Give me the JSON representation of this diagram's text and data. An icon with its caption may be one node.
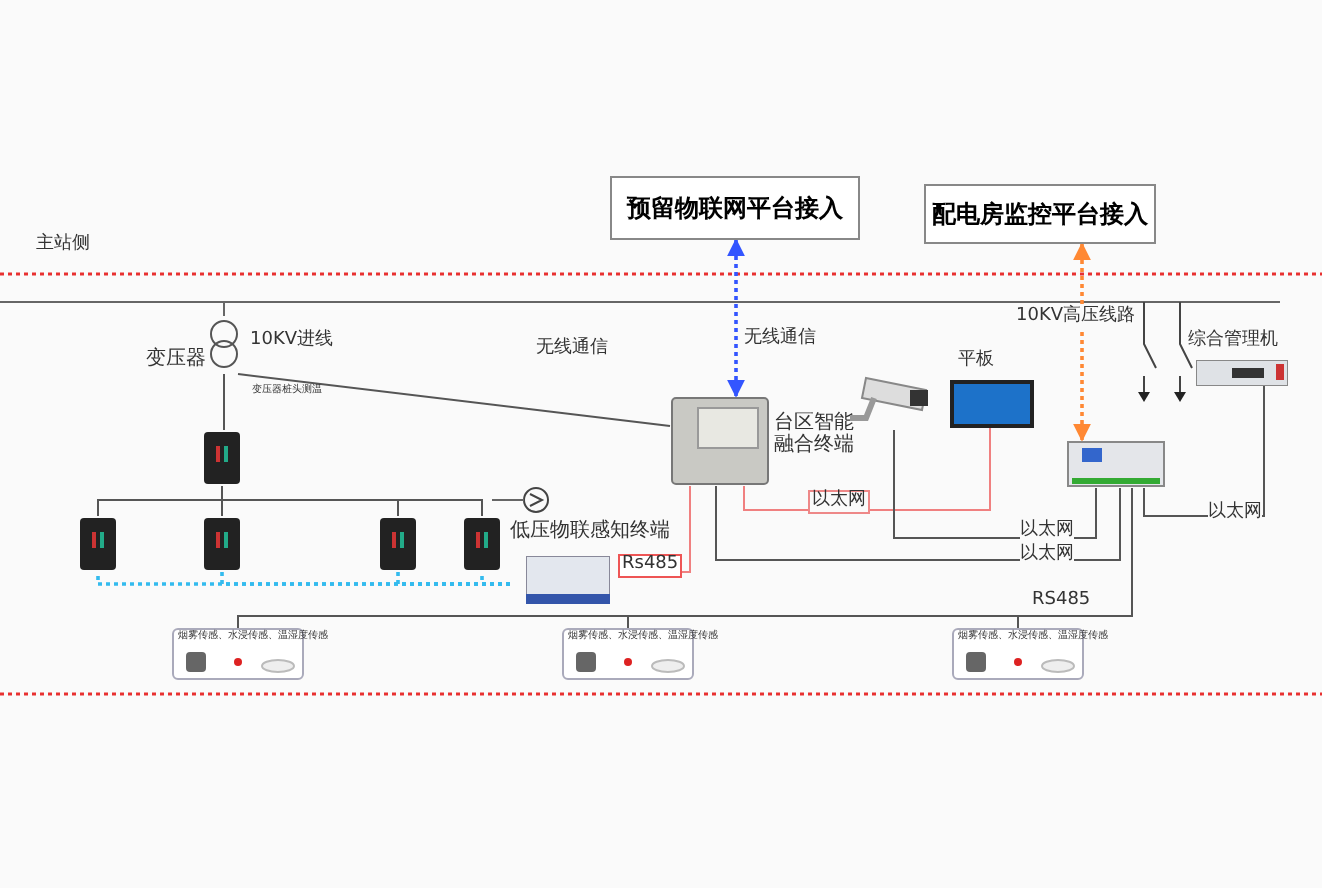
{
  "diagram": {
    "nodes": [
      {
        "text": [
          "预留物联网平台接入"
        ]
      },
      {
        "text": [
          "配电房监控平台接入"
        ]
      },
      {
        "text": [
          "台区智能融合终端"
        ]
      },
      {
        "text": [],
        "shape": "picture"
      },
      {
        "text": [
          "平板"
        ]
      },
      {
        "text": [],
        "shape": "picture"
      },
      {
        "text": [
          "综合管理机"
        ]
      },
      {
        "text": [
          "低压物联感知终端"
        ]
      },
      {
        "text": [
          "变压器"
        ]
      },
      {
        "text": [],
        "shape": "picture"
      },
      {
        "text": [],
        "shape": "picture"
      },
      {
        "text": [],
        "shape": "picture"
      },
      {
        "text": [],
        "shape": "picture"
      },
      {
        "text": [],
        "shape": "picture"
      },
      {
        "text": [
          "烟雾传感、水浸传感、温湿度传感"
        ]
      },
      {
        "text": [
          "烟雾传感、水浸传感、温湿度传感"
        ]
      },
      {
        "text": [
          "烟雾传感、水浸传感、温湿度传感"
        ]
      }
    ],
    "edges": [
      {
        "from": 0,
        "to": 2,
        "arrow": "both",
        "label": "无线通信",
        "style": "dashed",
        "color": "#3355ff"
      },
      {
        "from": 1,
        "to": 5,
        "arrow": "both",
        "style": "dashed",
        "color": "#ff8833"
      },
      {
        "from": 8,
        "to": 2,
        "arrow": "none",
        "label": "变压器桩头测温"
      },
      {
        "from": 2,
        "to": 7,
        "arrow": "none",
        "color": "#f08080"
      },
      {
        "from": 2,
        "to": 4,
        "arrow": "none",
        "label": "以太网",
        "color": "#f08080"
      },
      {
        "from": 3,
        "to": 5,
        "arrow": "none",
        "label": "以太网"
      },
      {
        "from": 2,
        "to": 5,
        "arrow": "none",
        "label": "以太网"
      },
      {
        "from": 6,
        "to": 5,
        "arrow": "none",
        "label": "以太网"
      },
      {
        "from": 5,
        "to": 14,
        "arrow": "none"
      },
      {
        "from": 5,
        "to": 15,
        "arrow": "none"
      },
      {
        "from": 5,
        "to": 16,
        "arrow": "none",
        "label": "RS485"
      },
      {
        "from": 8,
        "to": 9,
        "arrow": "none"
      },
      {
        "from": 9,
        "to": 10,
        "arrow": "none"
      },
      {
        "from": 9,
        "to": 11,
        "arrow": "none"
      },
      {
        "from": 9,
        "to": 12,
        "arrow": "none"
      },
      {
        "from": 9,
        "to": 13,
        "arrow": "none"
      },
      {
        "from": 7,
        "to": 10,
        "arrow": "none",
        "style": "dashed",
        "color": "#33bbee"
      },
      {
        "from": 7,
        "to": 11,
        "arrow": "none",
        "style": "dashed",
        "color": "#33bbee"
      },
      {
        "from": 7,
        "to": 12,
        "arrow": "none",
        "style": "dashed",
        "color": "#33bbee"
      },
      {
        "from": 7,
        "to": 13,
        "arrow": "none",
        "style": "dashed",
        "color": "#33bbee"
      }
    ],
    "labels": [
      "主站侧",
      "10KV进线",
      "无线通信",
      "10KV高压线路",
      "Rs485"
    ]
  }
}
